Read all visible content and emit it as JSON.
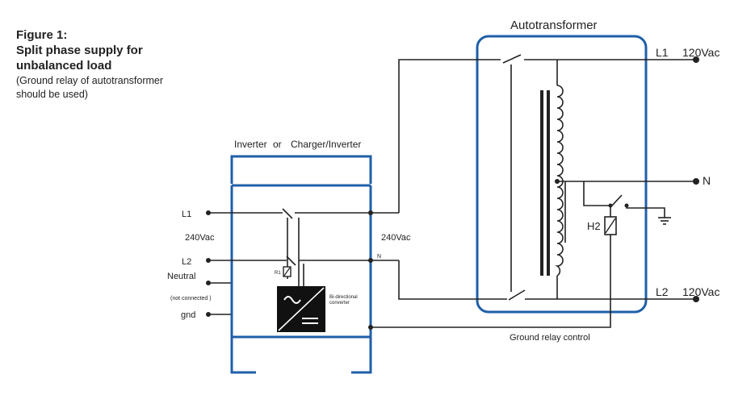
{
  "figure": {
    "title_line1": "Figure 1:",
    "title_line2": "Split phase supply for",
    "title_line3": "unbalanced load",
    "note_line1": "(Ground relay of autotransformer",
    "note_line2": "should be used)"
  },
  "inverter": {
    "label_left": "Inverter",
    "label_or": "or",
    "label_right": "Charger/Inverter",
    "terminal_l1": "L1",
    "terminal_voltage": "240Vac",
    "terminal_l2": "L2",
    "terminal_neutral": "Neutral",
    "neutral_note": "(not connected )",
    "terminal_gnd": "gnd",
    "relay_label": "R1",
    "converter_line1": "Bi-directional",
    "converter_line2": "converter",
    "output_voltage": "240Vac",
    "output_n": "N"
  },
  "autotransformer": {
    "title": "Autotransformer",
    "out_l1": "L1",
    "out_l1_voltage": "120Vac",
    "out_n": "N",
    "relay_label": "H2",
    "out_l2": "L2",
    "out_l2_voltage": "120Vac"
  },
  "ground_relay_control": "Ground relay control",
  "colors": {
    "enclosure": "#1f5fa8",
    "wire": "#222222"
  }
}
